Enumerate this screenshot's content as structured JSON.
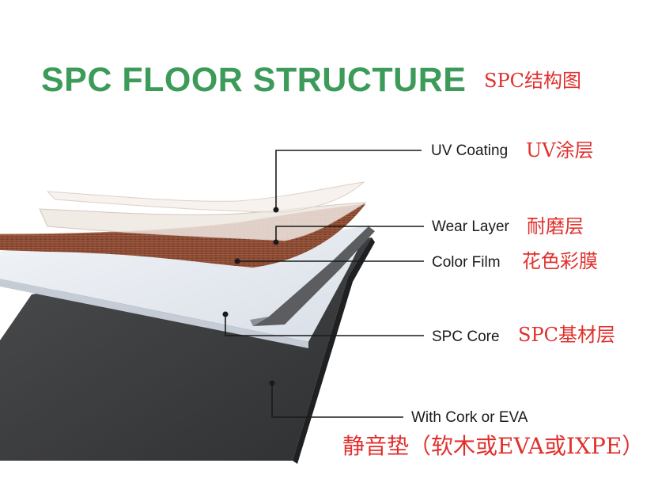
{
  "title": {
    "en": "SPC FLOOR STRUCTURE",
    "cn": "SPC结构图"
  },
  "layers": [
    {
      "en": "UV Coating",
      "cn": "UV涂层"
    },
    {
      "en": "Wear Layer",
      "cn": "耐磨层"
    },
    {
      "en": "Color Film",
      "cn": "花色彩膜"
    },
    {
      "en": "SPC Core",
      "cn": "SPC基材层"
    },
    {
      "en": "With Cork or EVA",
      "cn": "静音垫（软木或EVA或IXPE）"
    }
  ],
  "colors": {
    "title_green": "#3d9b5a",
    "label_red": "#e0302d",
    "wood": "#8a4a33",
    "core": "#e6ebf1",
    "underlay": "#3c3d3f"
  }
}
